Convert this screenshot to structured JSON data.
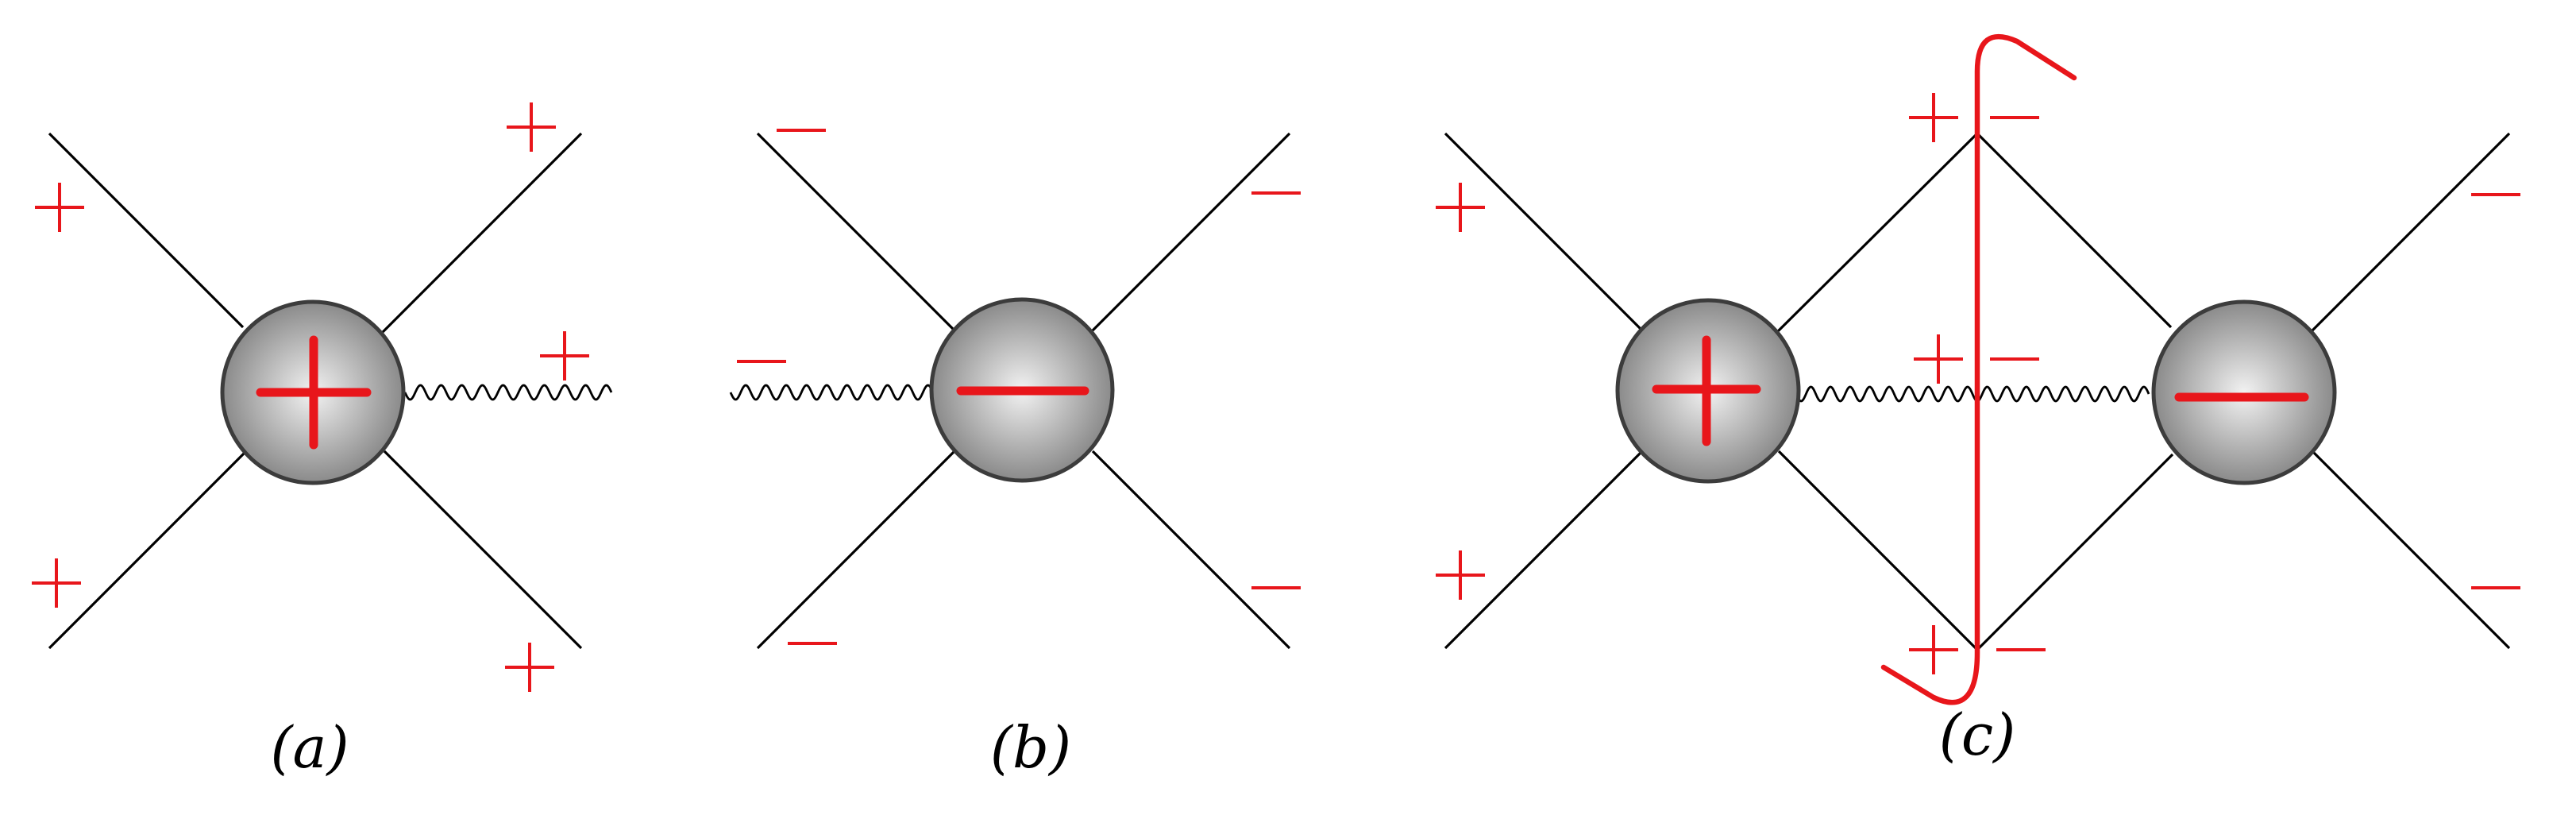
{
  "colors": {
    "sign": "#e8161b",
    "line": "#000000",
    "blob_center": "#f2f2f2",
    "blob_edge": "#8a8a8a",
    "blob_outline": "#3c3c3c"
  },
  "diagrams": [
    {
      "id": "a",
      "caption": "(a)",
      "vertex_helicity": "+",
      "external_helicities": [
        "+",
        "+",
        "+",
        "+"
      ],
      "photon_helicity": "+"
    },
    {
      "id": "b",
      "caption": "(b)",
      "vertex_helicity": "−",
      "external_helicities": [
        "−",
        "−",
        "−",
        "−"
      ],
      "photon_helicity": "−"
    },
    {
      "id": "c",
      "caption": "(c)",
      "vertex_helicities": [
        "+",
        "−"
      ],
      "external_helicities": [
        "+",
        "+",
        "−",
        "−"
      ],
      "internal_helicities": [
        "+",
        "−",
        "+",
        "−",
        "+",
        "−"
      ]
    }
  ]
}
